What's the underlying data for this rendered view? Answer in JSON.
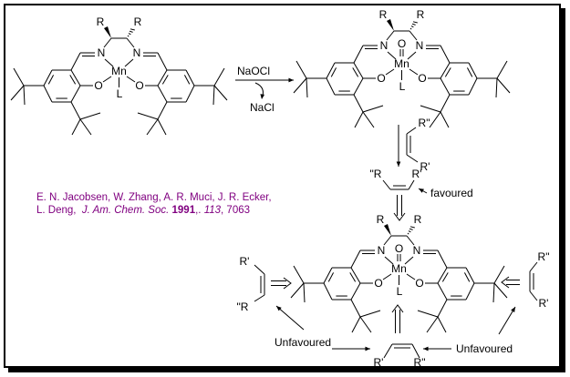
{
  "atoms": {
    "R": "R",
    "N": "N",
    "Mn": "Mn",
    "O": "O",
    "L": "L"
  },
  "reagents": {
    "oxidant": "NaOCl",
    "byproduct": "NaCl"
  },
  "substituents": {
    "r_prime": "R'",
    "r_dprime": "R\"",
    "dprime_r": "\"R"
  },
  "labels": {
    "favoured": "favoured",
    "unfavoured_left": "Unfavoured",
    "unfavoured_right": "Unfavoured"
  },
  "citation": {
    "authors_line1": "E. N. Jacobsen, W. Zhang, A. R. Muci, J. R. Ecker,",
    "authors_line2": "L. Deng,",
    "journal": "J. Am. Chem. Soc.",
    "year": "1991",
    "sep": ",.",
    "volume": "113",
    "pages": ", 7063"
  },
  "colors": {
    "citation": "#800080",
    "ink": "#000000"
  }
}
